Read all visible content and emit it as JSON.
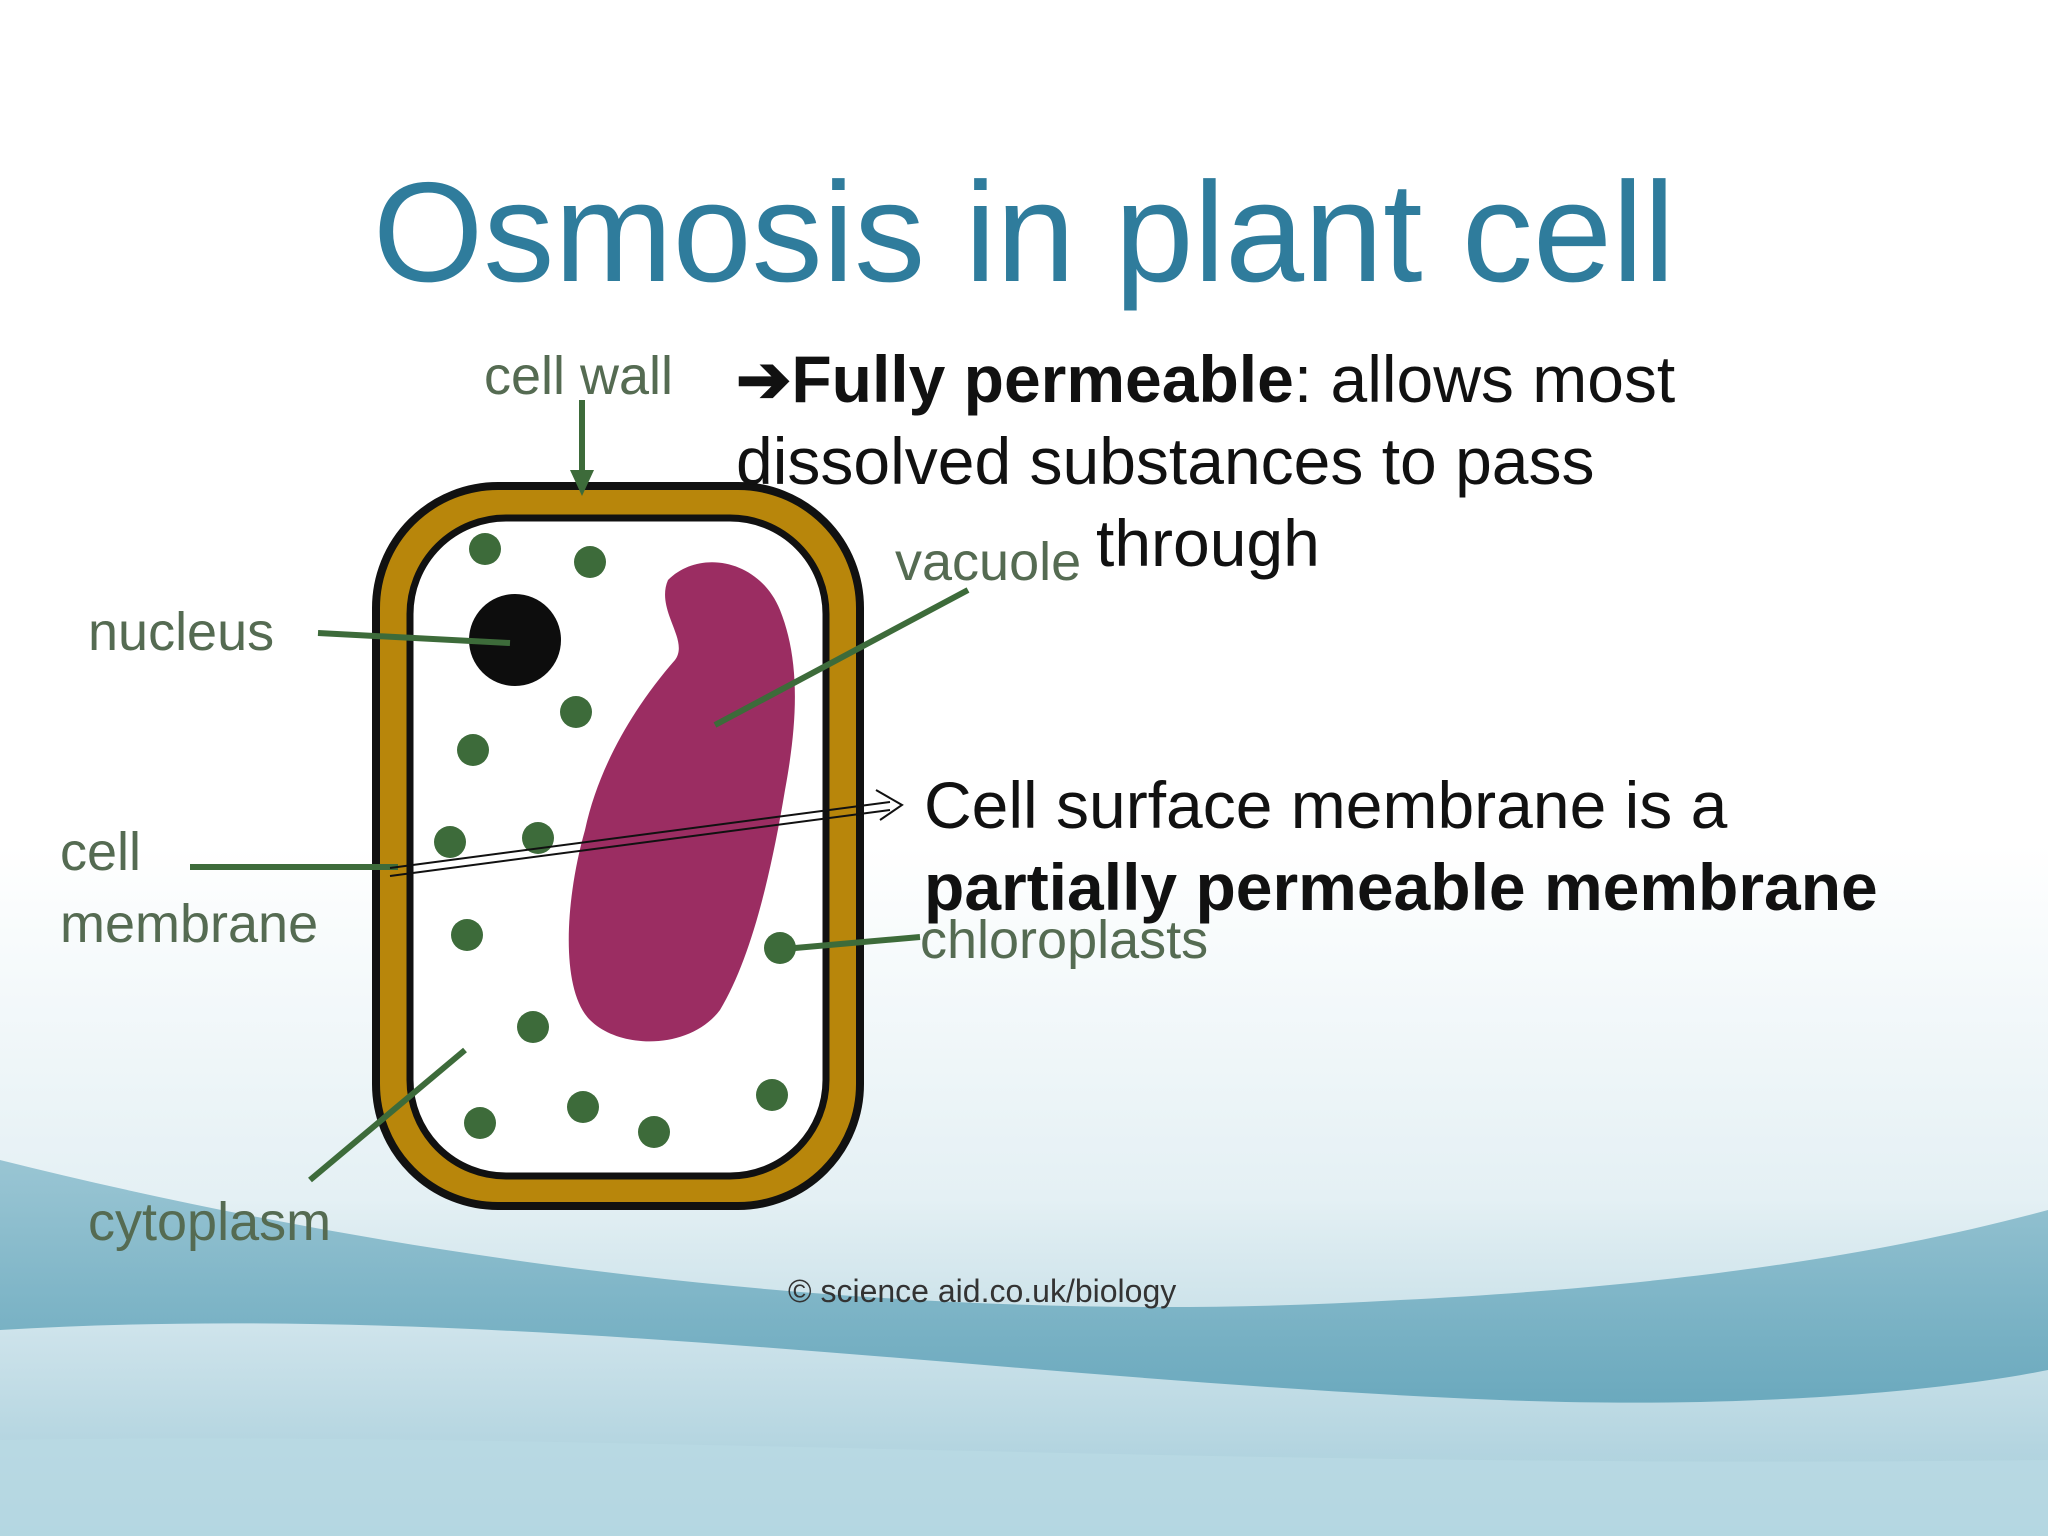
{
  "slide": {
    "title": "Osmosis in plant cell",
    "note_fully": {
      "arrow": "➔",
      "bold": "Fully permeable",
      "rest_line1": ": allows most",
      "line2": "dissolved substances to pass",
      "line3": "through"
    },
    "note_partial": {
      "line1": "Cell surface membrane is a",
      "line2_bold": "partially permeable membrane"
    }
  },
  "diagram": {
    "labels": {
      "cell_wall": "cell wall",
      "nucleus": "nucleus",
      "vacuole": "vacuole",
      "cell_membrane_line1": "cell",
      "cell_membrane_line2": "membrane",
      "chloroplasts": "chloroplasts",
      "cytoplasm": "cytoplasm"
    },
    "credit": "© science aid.co.uk/biology",
    "colors": {
      "cell_wall": "#b8860b",
      "outline": "#111111",
      "vacuole": "#9b2d62",
      "chloroplast": "#3d6b3a",
      "label_line": "#3d6b3a",
      "title": "#2f7c9c",
      "background_wave": "#5fa2b8"
    }
  }
}
